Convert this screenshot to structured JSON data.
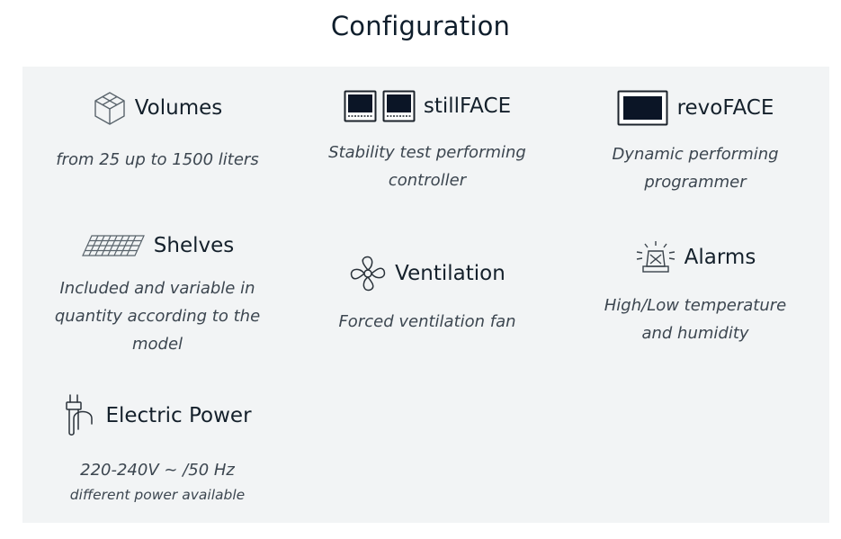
{
  "page": {
    "title": "Configuration"
  },
  "colors": {
    "panel_background": "#f2f4f5",
    "text_primary": "#14202b",
    "text_secondary": "#3c4650",
    "screen_fill": "#0b1526"
  },
  "features": {
    "volumes": {
      "icon": "cube-icon",
      "title": "Volumes",
      "description": "from 25 up to 1500 liters"
    },
    "stillface": {
      "icon": "dual-screen-icon",
      "title": "stillFACE",
      "description_line1": "Stability test performing",
      "description_line2": "controller"
    },
    "revoface": {
      "icon": "screen-icon",
      "title": "revoFACE",
      "description_line1": "Dynamic performing",
      "description_line2": "programmer"
    },
    "shelves": {
      "icon": "shelf-grid-icon",
      "title": "Shelves",
      "description_line1": "Included and variable in",
      "description_line2": "quantity according to the",
      "description_line3": "model"
    },
    "ventilation": {
      "icon": "fan-icon",
      "title": "Ventilation",
      "description": "Forced ventilation fan"
    },
    "alarms": {
      "icon": "alarm-beacon-icon",
      "title": "Alarms",
      "description_line1": "High/Low temperature",
      "description_line2": "and humidity"
    },
    "electric_power": {
      "icon": "power-plug-icon",
      "title": "Electric Power",
      "description_line1": "220-240V ~ /50 Hz",
      "description_line2": "different power available"
    }
  }
}
